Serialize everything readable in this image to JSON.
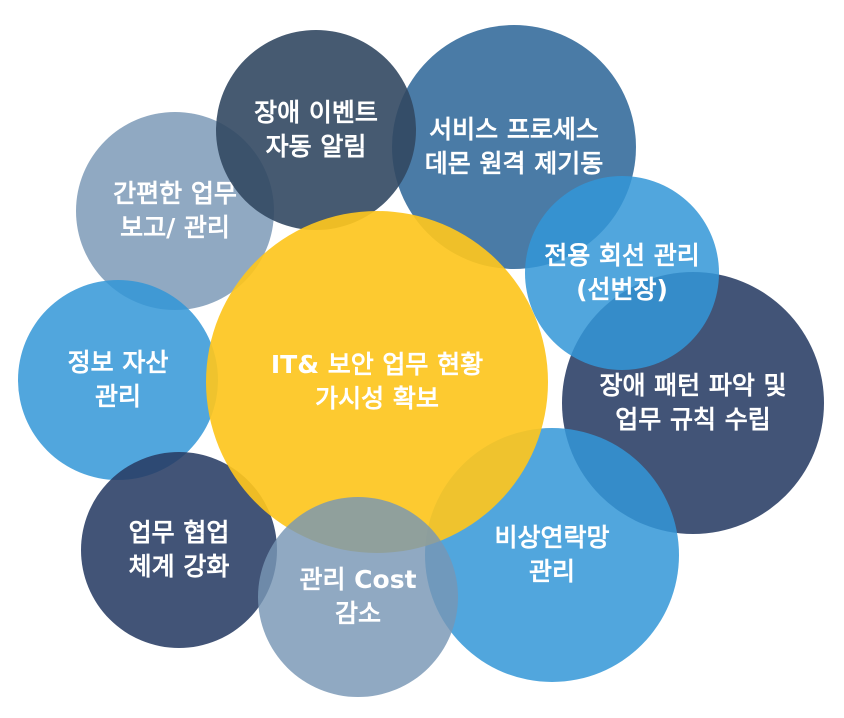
{
  "diagram": {
    "center": {
      "line1": "IT& 보안 업무 현황",
      "line2": "가시성 확보"
    },
    "nodes": [
      {
        "id": "incident-alert",
        "line1": "장애 이벤트",
        "line2": "자동 알림"
      },
      {
        "id": "service-process",
        "line1": "서비스 프로세스",
        "line2": "데몬 원격 제기동"
      },
      {
        "id": "dedicated-line",
        "line1": "전용 회선 관리",
        "line2": "(선번장)"
      },
      {
        "id": "incident-pattern",
        "line1": "장애 패턴 파악 및",
        "line2": "업무 규칙 수립"
      },
      {
        "id": "emergency-contact",
        "line1": "비상연락망",
        "line2": "관리"
      },
      {
        "id": "cost-reduction",
        "line1": "관리 Cost",
        "line2": "감소"
      },
      {
        "id": "collaboration",
        "line1": "업무 협업",
        "line2": "체계 강화"
      },
      {
        "id": "info-asset",
        "line1": "정보 자산",
        "line2": "관리"
      },
      {
        "id": "simple-report",
        "line1": "간편한 업무",
        "line2": "보고/ 관리"
      }
    ]
  },
  "colors": {
    "yellow": "#FDC61E",
    "dark_navy": "#283C64",
    "slate": "#324862",
    "steel_blue": "#2A6496",
    "light_blue": "#3296D7",
    "gray_blue": "#7896B4"
  }
}
